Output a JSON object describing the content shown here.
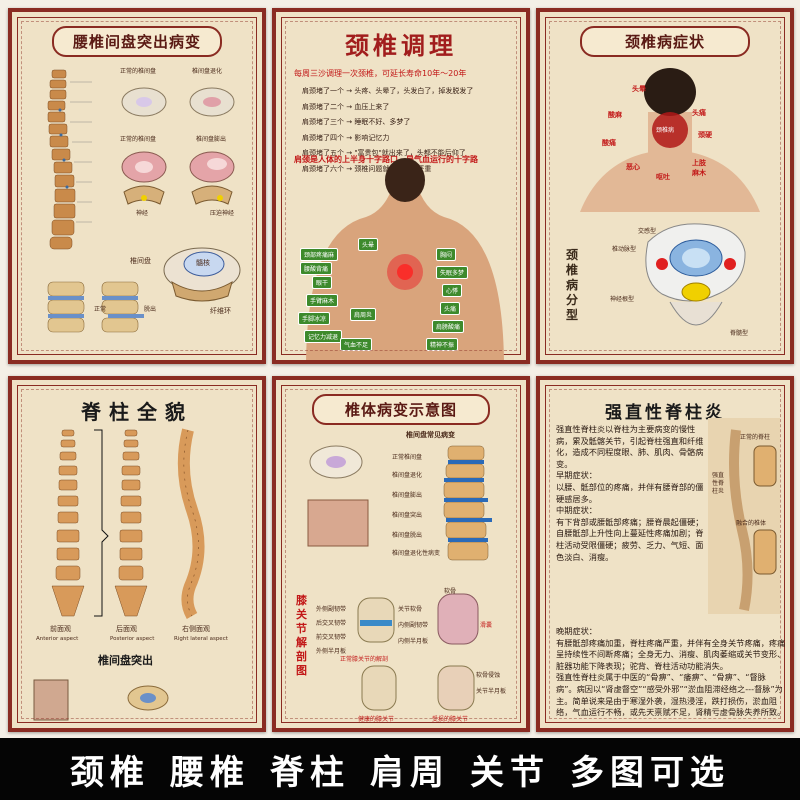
{
  "posters": {
    "p1": {
      "title": "腰椎间盘突出病变",
      "labels": {
        "normal_disc": "正常的椎间盘",
        "degenerated": "椎间盘退化",
        "normal_disc2": "正常的椎间盘",
        "herniation": "椎间盘膨出",
        "nerve": "神经",
        "compressed_nerve": "压迫神经",
        "intervertebral_disc": "椎间盘",
        "nucleus": "髓核",
        "annulus": "纤维环",
        "normal": "正常",
        "protrusion": "脱出"
      }
    },
    "p2": {
      "title": "颈椎调理",
      "intro": "每周三沙调理一次颈椎，可延长寿命10年～20年",
      "lines": [
        "肩颈堵了一个 → 头疼、头晕了，头发白了，掉发脱发了",
        "肩颈堵了二个 → 血压上来了",
        "肩颈堵了三个 → 睡眠不好、多梦了",
        "肩颈堵了四个 → 影响记忆力",
        "肩颈堵了五个 → \"富贵包\"就出来了，头都不能后仰了",
        "肩颈堵了六个 → 颈椎问题就会越来越严重"
      ],
      "footer": "肩颈是人体的上半身十字路口，是气血运行的十字路",
      "tags": [
        "颈部疼痛麻",
        "头晕",
        "眼干",
        "心悸",
        "胸闷",
        "肩膀酸痛",
        "失眠多梦",
        "手臂麻木",
        "手脚冰凉",
        "肩周炎",
        "腰酸背痛",
        "记忆力减退",
        "头痛",
        "气血不足",
        "精神不振"
      ]
    },
    "p3": {
      "title": "颈椎病症状",
      "symptoms": [
        "头晕",
        "头痛",
        "酸麻",
        "颈硬",
        "酸痛",
        "恶心",
        "呕吐",
        "上肢麻木"
      ],
      "neck_label": "颈椎病",
      "side_title": "颈椎病分型",
      "types": [
        "交感型",
        "椎动脉型",
        "神经根型",
        "脊髓型"
      ]
    },
    "p4": {
      "title": "脊柱全貌",
      "views": [
        "前面观",
        "后面观",
        "右侧面观"
      ],
      "views_en": [
        "Anterior aspect",
        "Posterior aspect",
        "Right lateral aspect"
      ],
      "bottom_title": "椎间盘突出"
    },
    "p5": {
      "title": "椎体病变示意图",
      "subtitle": "椎间盘常见病变",
      "disc_labels": [
        "正常椎间盘",
        "椎间盘退化",
        "椎间盘膨出",
        "椎间盘突出",
        "椎间盘脱出",
        "椎间盘退化性病变"
      ],
      "knee_title": "膝关节解剖图",
      "knee_labels": [
        "外侧副韧带",
        "后交叉韧带",
        "前交叉韧带",
        "外侧半月板",
        "关节软骨",
        "内侧副韧带",
        "内侧半月板",
        "软骨",
        "滑囊",
        "软骨侵蚀",
        "关节半月板"
      ],
      "normal_knee": "正常膝关节的解剖",
      "healthy_knee": "健康的膝关节",
      "damaged_knee": "受损的膝关节"
    },
    "p6": {
      "title": "强直性脊柱炎",
      "intro_lines": [
        "强直性脊柱炎以脊柱为主要病变的慢性病，累及骶髂关节，引起脊柱强直和纤维化，造成不同程度眼、肺、肌肉、骨骼病变。",
        "早期症状：",
        "以腰、骶部位的疼痛，并伴有腰脊部的僵硬感居多。",
        "中期症状：",
        "有下背部或腰骶部疼痛；腰脊晨起僵硬；自腰骶部上升性向上蔓延性疼痛加剧；脊柱活动受限僵硬；疲劳、乏力、气短、面色淡白、消瘦。"
      ],
      "late_lines": [
        "晚期症状：",
        "有腰骶部疼痛加重，脊柱疼痛严重，并伴有全身关节疼痛，疼痛呈持续性不间断疼痛；全身无力、消瘦、肌肉萎缩或关节变形、脏器功能下降表现；驼背、脊柱活动功能消失。",
        "强直性脊柱炎属于中医的“骨痹”、“痿痹”、“骨痹”、“督脉病”。病因以“肾虚督空”“感受外邪”“淤血阻滞经络之---督脉”为主。简单说来是由于寒湿外袭，湿热浸淫，跌打损伤，淤血阻络，气血运行不畅，或先天禀赋不足，肾精亏虚骨脉失养所致。"
      ],
      "image_labels": [
        "正常的脊柱",
        "强直性脊柱炎",
        "融合的椎体"
      ]
    }
  },
  "banner": {
    "words": [
      "颈椎",
      "腰椎",
      "脊柱",
      "肩周",
      "关节",
      "多图可选"
    ]
  }
}
